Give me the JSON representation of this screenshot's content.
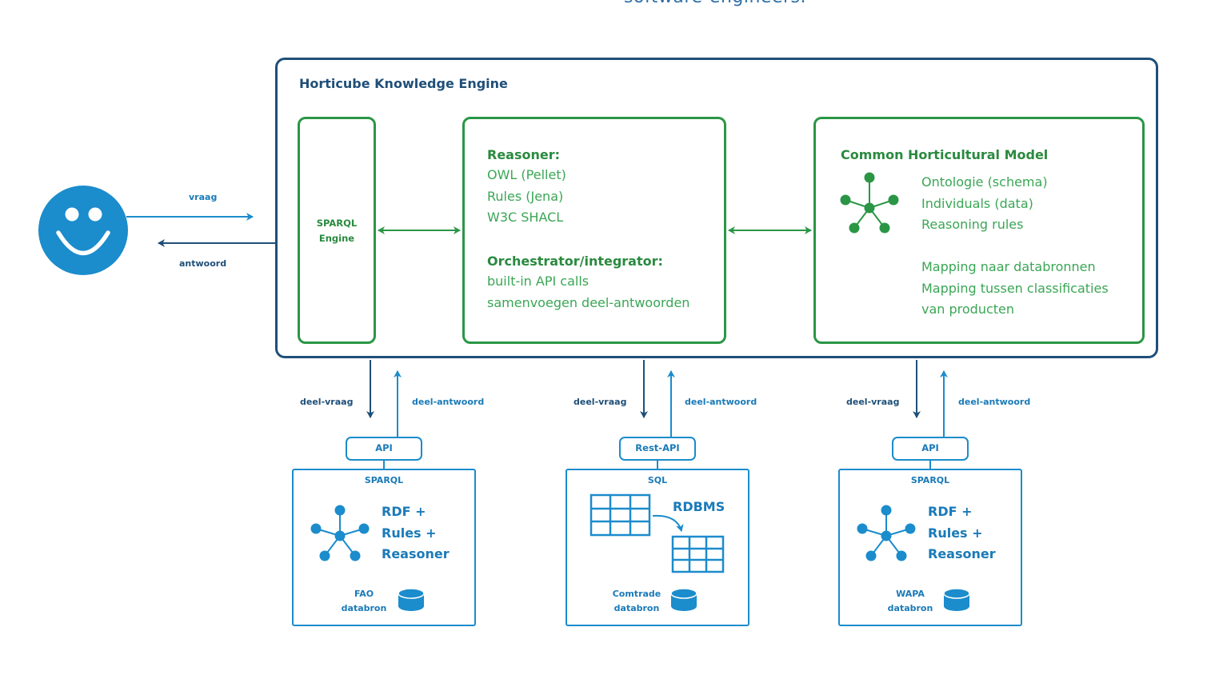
{
  "header_fragment": "software-engineers.",
  "engine": {
    "title": "Horticube Knowledge Engine",
    "sparql_engine_line1": "SPARQL",
    "sparql_engine_line2": "Engine"
  },
  "user": {
    "question_label": "vraag",
    "answer_label": "antwoord"
  },
  "reasoner": {
    "heading": "Reasoner:",
    "lines": [
      "OWL (Pellet)",
      "Rules (Jena)",
      "W3C SHACL"
    ],
    "orchestrator_heading": "Orchestrator/integrator:",
    "orchestrator_lines": [
      "built-in API calls",
      "samenvoegen deel-antwoorden"
    ]
  },
  "chm": {
    "heading": "Common Horticultural Model",
    "lines_a": [
      "Ontologie (schema)",
      "Individuals (data)",
      "Reasoning rules"
    ],
    "lines_b": [
      "Mapping naar databronnen",
      "Mapping tussen classificaties",
      "van producten"
    ]
  },
  "sources": [
    {
      "sub_question": "deel-vraag",
      "sub_answer": "deel-antwoord",
      "api": "API",
      "protocol": "SPARQL",
      "lines": [
        "RDF +",
        "Rules +",
        "Reasoner"
      ],
      "db_line1": "FAO",
      "db_line2": "databron"
    },
    {
      "sub_question": "deel-vraag",
      "sub_answer": "deel-antwoord",
      "api": "Rest-API",
      "protocol": "SQL",
      "lines": [
        "RDBMS"
      ],
      "db_line1": "Comtrade",
      "db_line2": "databron"
    },
    {
      "sub_question": "deel-vraag",
      "sub_answer": "deel-antwoord",
      "api": "API",
      "protocol": "SPARQL",
      "lines": [
        "RDF +",
        "Rules +",
        "Reasoner"
      ],
      "db_line1": "WAPA",
      "db_line2": "databron"
    }
  ],
  "colors": {
    "navy": "#1f4f78",
    "green": "#2a9645",
    "blue": "#1b8ccc"
  }
}
